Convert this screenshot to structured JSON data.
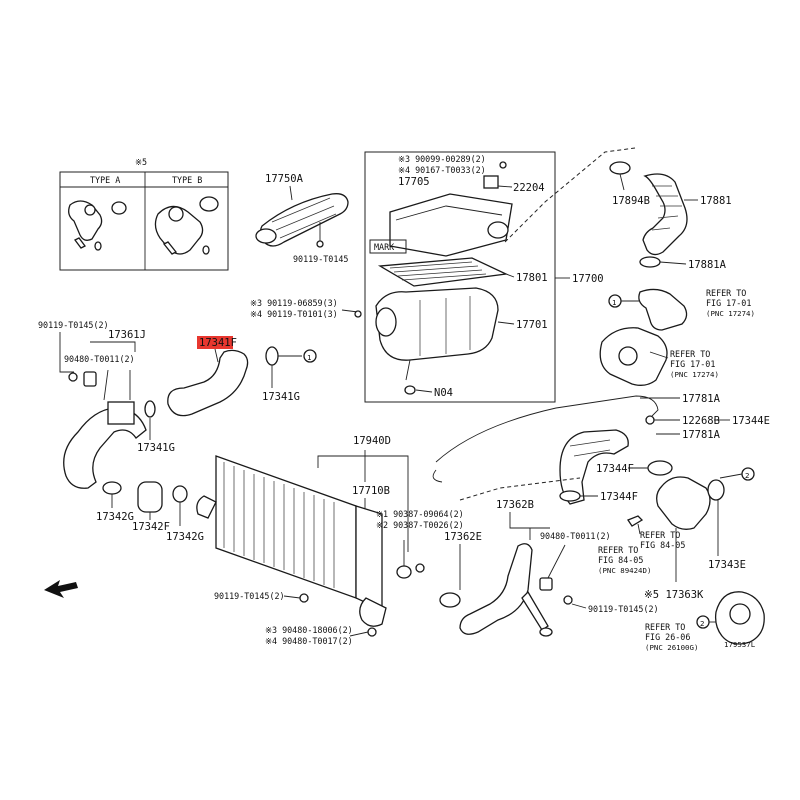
{
  "variant_table": {
    "mark": "※5",
    "type_a": "TYPE A",
    "type_b": "TYPE B"
  },
  "air_cleaner_group": {
    "bolt_line_1": "※3 90099-00289(2)",
    "bolt_line_2": "※4 90167-T0033(2)",
    "cap": "17705",
    "sensor": "22204",
    "mark_tag": "MARK",
    "element": "17801",
    "case": "17701",
    "assy": "17700",
    "grommet": "N04",
    "side_bolt_1": "※3 90119-06859(3)",
    "side_bolt_2": "※4 90119-T0101(3)"
  },
  "intake_inlet": {
    "duct": "17750A",
    "bolt": "90119-T0145"
  },
  "upper_right": {
    "clamp_a": "17894B",
    "hose": "17881",
    "clamp_b": "17881A",
    "circle": "1",
    "refer_title": "REFER TO",
    "refer_fig": "FIG 17-01",
    "refer_pnc": "(PNC 17274)",
    "refer2_title": "REFER TO",
    "refer2_fig": "FIG 17-01",
    "refer2_pnc": "(PNC 17274)"
  },
  "left_group": {
    "bolt_1": "90119-T0145(2)",
    "pipe": "17361J",
    "bolt_2": "90480-T0011(2)",
    "clamp_1": "17341G",
    "clamp_2": "17342G",
    "hose": "17342F",
    "clamp_3": "17342G"
  },
  "highlight_hose": {
    "part_no": "17341F",
    "clamp": "17341G",
    "circle": "1"
  },
  "intercooler": {
    "assy": "17940D",
    "cover": "17710B",
    "bolt_1": "※1 90387-09064(2)",
    "bolt_2": "※2 90387-T0026(2)",
    "bolt_3": "90119-T0145(2)",
    "bolt_4": "※3 90480-18006(2)",
    "bolt_5": "※4 90480-T0017(2)"
  },
  "right_group": {
    "clip_a": "17781A",
    "grommet": "12268B",
    "bracket": "17344E",
    "clip_b": "17781A",
    "clamp_1": "17344F",
    "clamp_2": "17344F",
    "circle": "2",
    "pipe_b": "17362B",
    "pipe_e": "17362E",
    "bolt_1": "90480-T0011(2)",
    "bolt_2": "90119-T0145(2)",
    "refer_a_title": "REFER TO",
    "refer_a_fig": "FIG 84-05",
    "refer_a_pnc": "(PNC 89424D)",
    "refer_b_title": "REFER TO",
    "refer_b_fig": "FIG 84-05",
    "elbow": "17343E",
    "clamp_k": "※5 17363K",
    "refer_c_title": "REFER TO",
    "refer_c_fig": "FIG 26-06",
    "refer_c_pnc": "(PNC 26100G)",
    "circle_2": "2",
    "figure_id": "179537L"
  }
}
